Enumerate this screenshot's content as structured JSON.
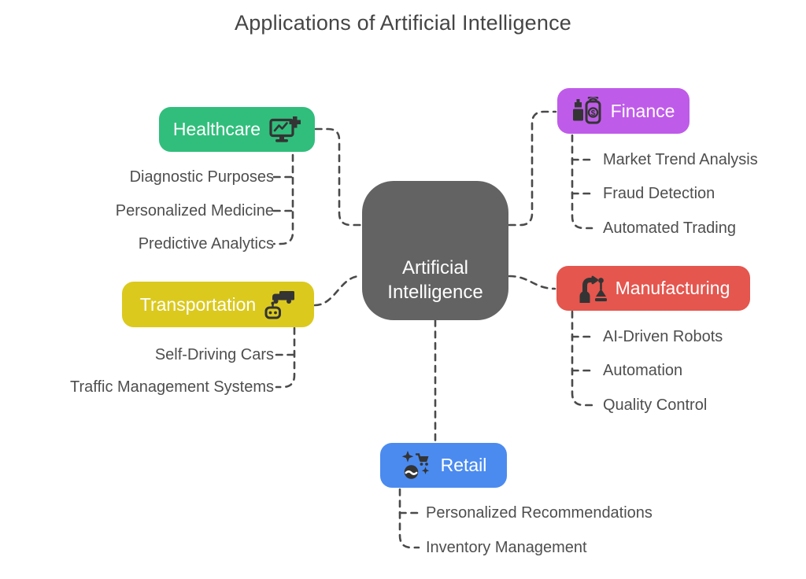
{
  "title": "Applications of Artificial Intelligence",
  "center": {
    "label": "Artificial Intelligence",
    "color": "#636363"
  },
  "branches": [
    {
      "label": "Healthcare",
      "color": "#31BE7C",
      "side": "top-left",
      "icon": "healthcare-monitor-chart-plus-icon",
      "items": [
        "Diagnostic Purposes",
        "Personalized Medicine",
        "Predictive Analytics"
      ]
    },
    {
      "label": "Finance",
      "color": "#BF5BE9",
      "side": "top-right",
      "icon": "finance-mobile-payment-icon",
      "items": [
        "Market Trend Analysis",
        "Fraud Detection",
        "Automated Trading"
      ]
    },
    {
      "label": "Transportation",
      "color": "#DBC91E",
      "side": "middle-left",
      "icon": "truck-and-robot-icon",
      "items": [
        "Self-Driving Cars",
        "Traffic Management Systems"
      ]
    },
    {
      "label": "Manufacturing",
      "color": "#E4564E",
      "side": "middle-right",
      "icon": "robot-arm-icon",
      "items": [
        "AI-Driven Robots",
        "Automation",
        "Quality Control"
      ]
    },
    {
      "label": "Retail",
      "color": "#4B8BF0",
      "side": "bottom",
      "icon": "shopping-cart-sparkles-icon",
      "items": [
        "Personalized Recommendations",
        "Inventory Management"
      ]
    }
  ],
  "styles": {
    "background": "#FFFFFF",
    "connector_color": "#4A4A4A",
    "item_text_color": "#4E4E4E",
    "title_color": "#454545",
    "node_text_color": "#FFFFFF"
  }
}
